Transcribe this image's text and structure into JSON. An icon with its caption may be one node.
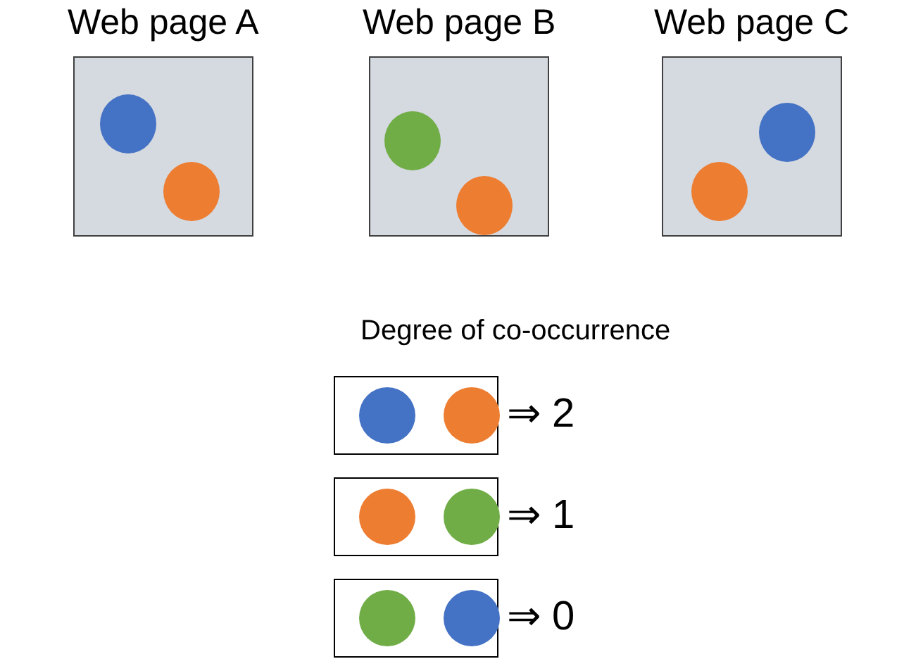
{
  "diagram": {
    "nodes": [
      {
        "text": [
          "Web page A"
        ]
      },
      {
        "text": [],
        "shape": "circle",
        "in": 0
      },
      {
        "text": [],
        "shape": "circle",
        "in": 0
      },
      {
        "text": [
          "Web page B"
        ]
      },
      {
        "text": [],
        "shape": "circle",
        "in": 3
      },
      {
        "text": [],
        "shape": "circle",
        "in": 3
      },
      {
        "text": [
          "Web page C"
        ]
      },
      {
        "text": [],
        "shape": "circle",
        "in": 6
      },
      {
        "text": [],
        "shape": "circle",
        "in": 6
      },
      {
        "text": [],
        "shape": "box",
        "beside": [
          "⇒ 2"
        ]
      },
      {
        "text": [],
        "shape": "circle",
        "in": 9
      },
      {
        "text": [],
        "shape": "circle",
        "in": 9
      },
      {
        "text": [],
        "shape": "box",
        "beside": [
          "⇒ 1"
        ]
      },
      {
        "text": [],
        "shape": "circle",
        "in": 12
      },
      {
        "text": [],
        "shape": "circle",
        "in": 12
      },
      {
        "text": [],
        "shape": "box",
        "beside": [
          "⇒ 0"
        ]
      },
      {
        "text": [],
        "shape": "circle",
        "in": 15
      },
      {
        "text": [],
        "shape": "circle",
        "in": 15
      }
    ],
    "labels": [
      "Degree of co-occurrence"
    ]
  }
}
